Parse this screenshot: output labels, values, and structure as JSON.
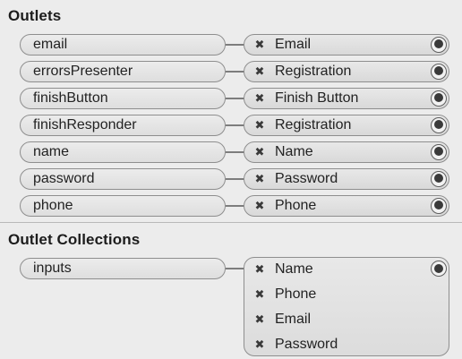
{
  "outlets": {
    "title": "Outlets",
    "items": [
      {
        "name": "email",
        "target": "Email"
      },
      {
        "name": "errorsPresenter",
        "target": "Registration"
      },
      {
        "name": "finishButton",
        "target": "Finish Button"
      },
      {
        "name": "finishResponder",
        "target": "Registration"
      },
      {
        "name": "name",
        "target": "Name"
      },
      {
        "name": "password",
        "target": "Password"
      },
      {
        "name": "phone",
        "target": "Phone"
      }
    ]
  },
  "outlet_collections": {
    "title": "Outlet Collections",
    "items": [
      {
        "name": "inputs",
        "targets": [
          "Name",
          "Phone",
          "Email",
          "Password"
        ]
      }
    ]
  },
  "icons": {
    "remove": "remove-connection-icon",
    "connect": "connection-circle-icon"
  },
  "colors": {
    "background": "#ececec",
    "pill_border": "#8e8e8e",
    "divider": "#b9b9b9"
  }
}
